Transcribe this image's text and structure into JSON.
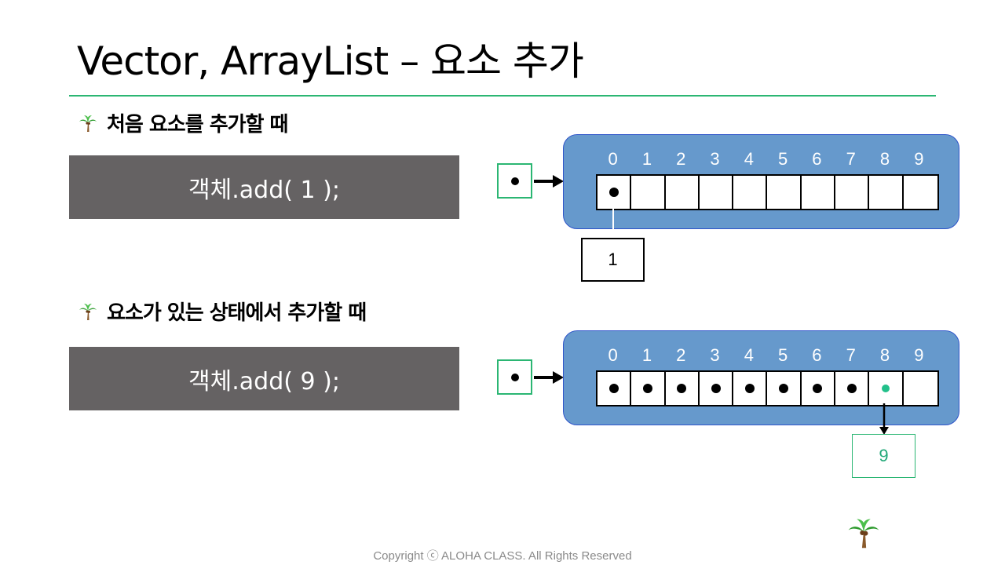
{
  "title": "Vector, ArrayList – 요소 추가",
  "colors": {
    "accent_green": "#2bb673",
    "code_bg": "#656263",
    "container_blue": "#6699cc",
    "new_value_green": "#22c08a"
  },
  "sections": [
    {
      "label": "처음 요소를 추가할 때",
      "code": "객체.add( 1 );",
      "indices": [
        "0",
        "1",
        "2",
        "3",
        "4",
        "5",
        "6",
        "7",
        "8",
        "9"
      ],
      "filled_count": 1,
      "new_index": 0,
      "value": "1"
    },
    {
      "label": "요소가 있는 상태에서 추가할 때",
      "code": "객체.add( 9 );",
      "indices": [
        "0",
        "1",
        "2",
        "3",
        "4",
        "5",
        "6",
        "7",
        "8",
        "9"
      ],
      "filled_count": 9,
      "new_index": 8,
      "value": "9"
    }
  ],
  "icons": {
    "bullet": "palm-tree-icon",
    "logo": "palm-tree-icon"
  },
  "footer": "Copyright ⓒ ALOHA CLASS. All Rights Reserved"
}
